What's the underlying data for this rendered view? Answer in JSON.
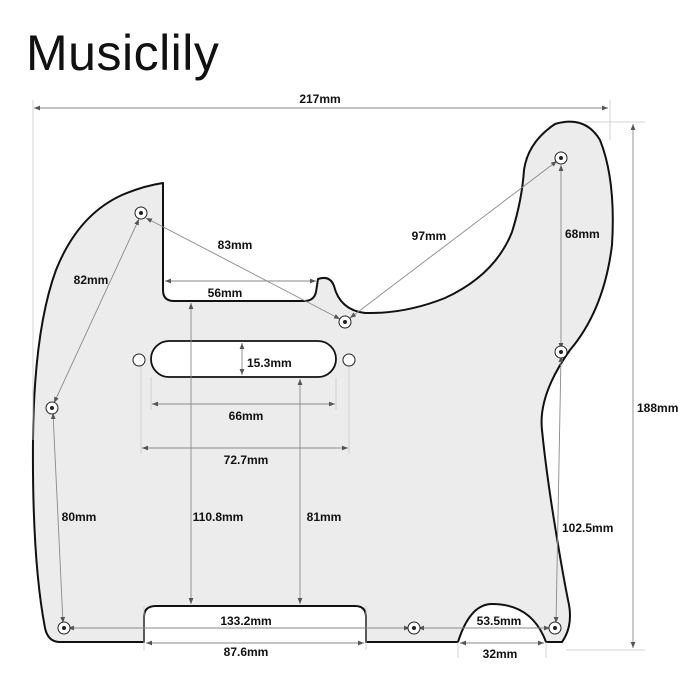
{
  "brand": {
    "name": "Musiclily"
  },
  "colors": {
    "plate_fill": "#ececec",
    "outline": "#111111",
    "dimension_line": "#8a8a8a",
    "text": "#111111"
  },
  "icons": {
    "screw_hole": "screw-hole-icon",
    "pickup_route": "pickup-route-icon",
    "control_cutout": "control-cutout-icon"
  },
  "dimensions": {
    "overall_width": "217mm",
    "overall_height": "188mm",
    "upper_hole_spacing": "83mm",
    "neck_pocket_width": "56mm",
    "upper_right_span": "97mm",
    "right_upper_spacing": "68mm",
    "left_upper_spacing": "82mm",
    "pickup_width": "15.3mm",
    "pickup_length": "66mm",
    "pickup_mount_spacing": "72.7mm",
    "left_lower_spacing": "80mm",
    "pickup_to_bottom_long": "110.8mm",
    "pickup_to_bottom_short": "81mm",
    "right_lower_spacing": "102.5mm",
    "lower_hole_spacing": "133.2mm",
    "control_edge_span": "53.5mm",
    "bridge_cutout_width": "87.6mm",
    "jack_cutout_width": "32mm"
  }
}
